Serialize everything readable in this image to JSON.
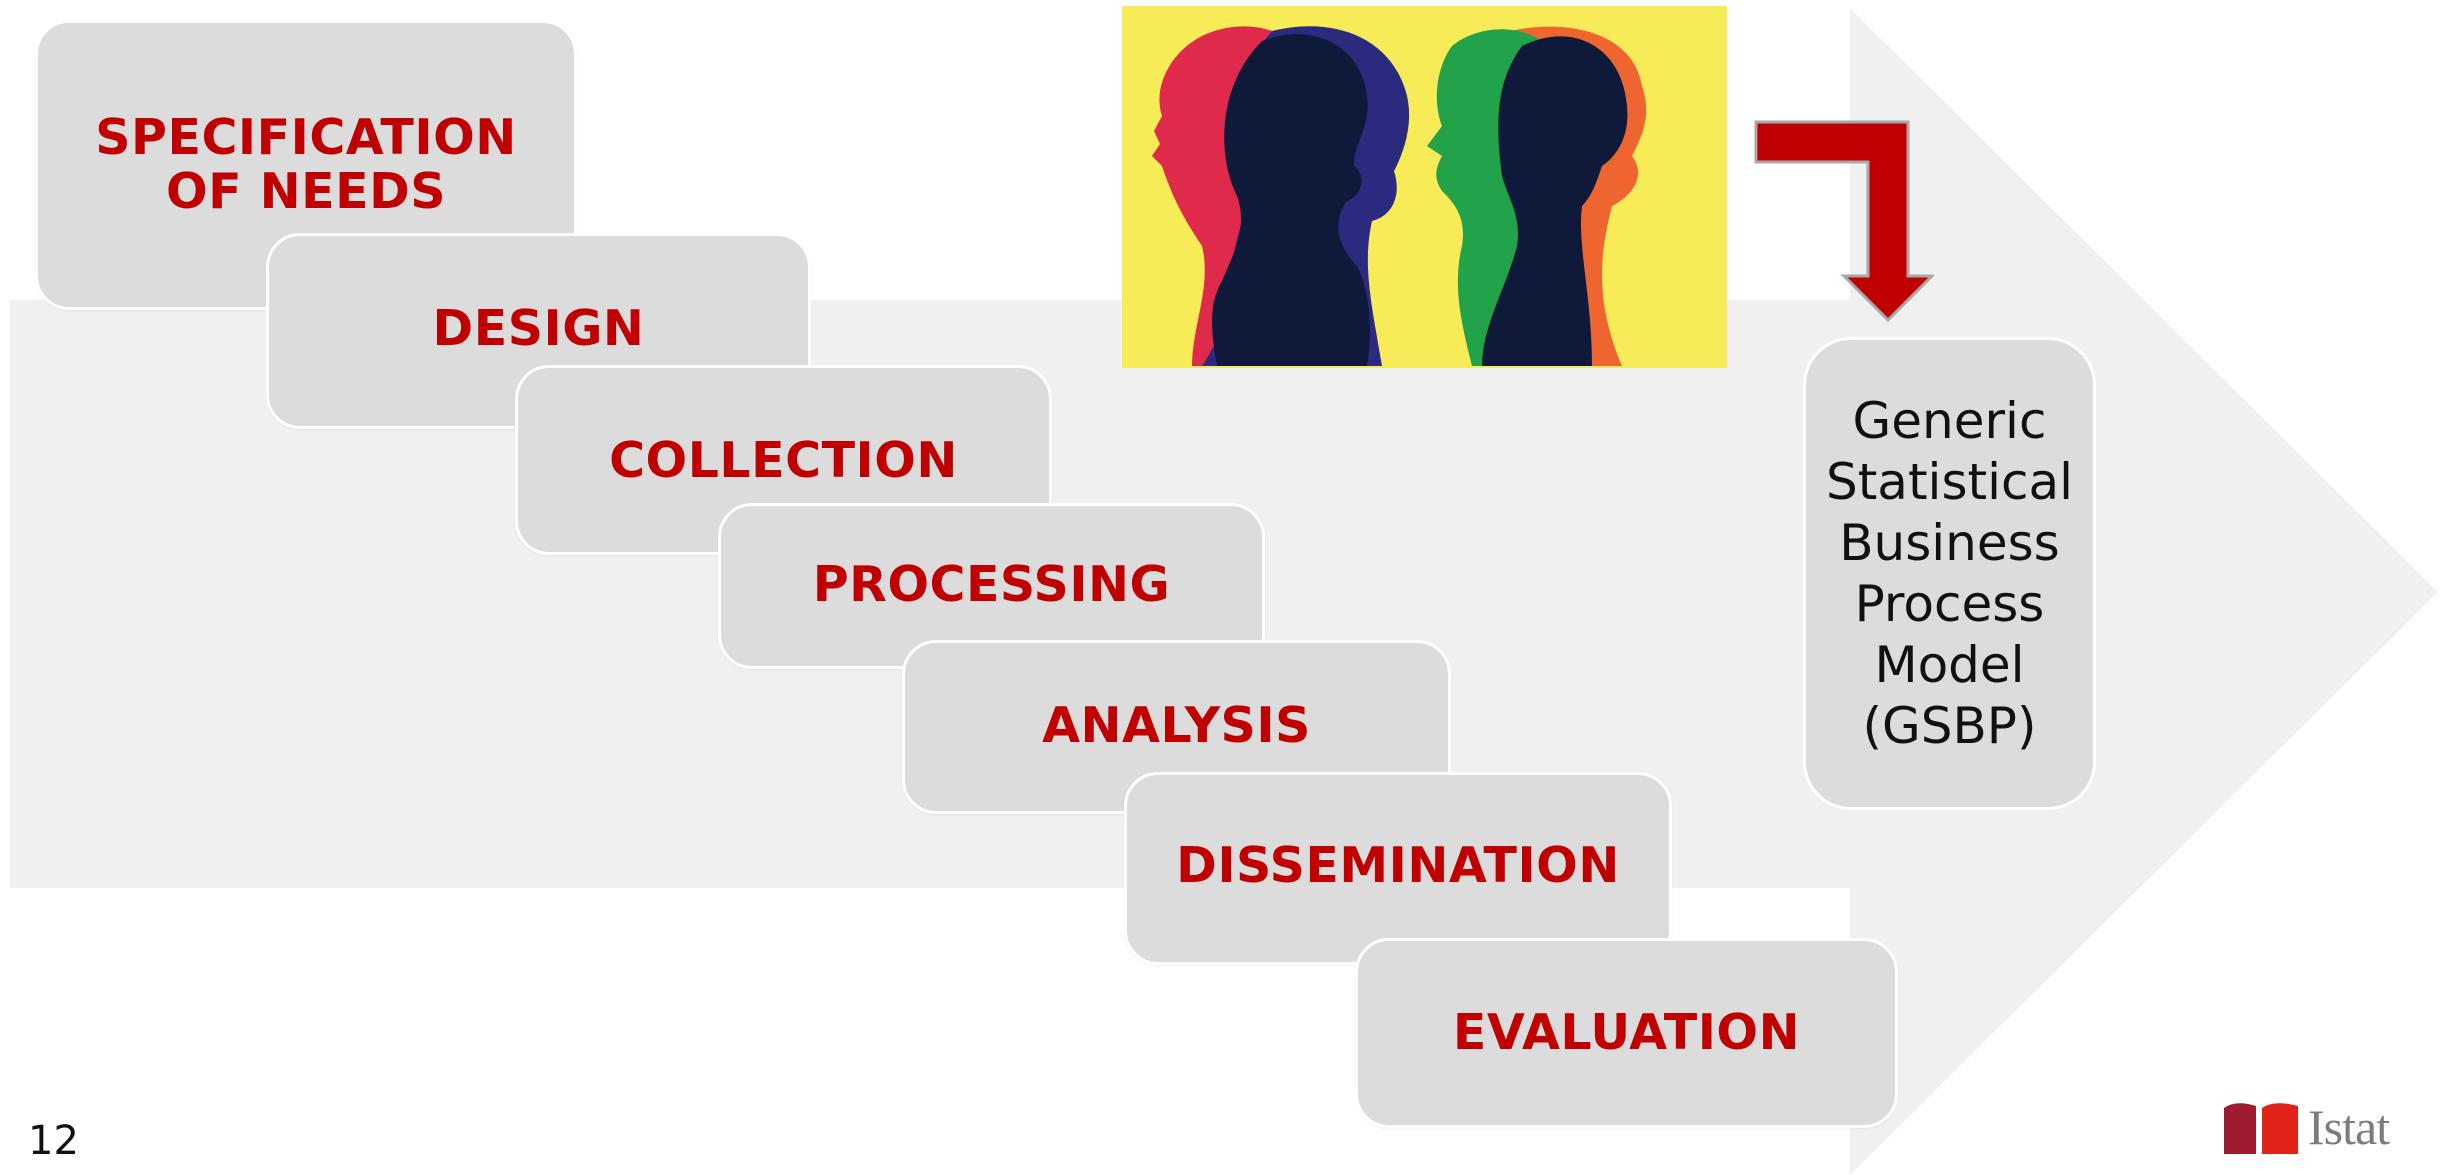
{
  "diagram": {
    "steps": [
      {
        "label": "SPECIFICATION\nOF NEEDS"
      },
      {
        "label": "DESIGN"
      },
      {
        "label": "COLLECTION"
      },
      {
        "label": "PROCESSING"
      },
      {
        "label": "ANALYSIS"
      },
      {
        "label": "DISSEMINATION"
      },
      {
        "label": "EVALUATION"
      }
    ],
    "model_label": "Generic Statistical Business Process Model (GSBP)",
    "colors": {
      "step_text": "#c00000",
      "step_fill": "#dcdcdc",
      "arrow_fill": "#f0f0f0",
      "corner_arrow": "#c00000",
      "illustration_bg": "#f7ec58"
    }
  },
  "illustration": {
    "icon": "two-head-silhouettes-illustration"
  },
  "footer": {
    "page_number": "12",
    "logo_text": "Istat"
  }
}
